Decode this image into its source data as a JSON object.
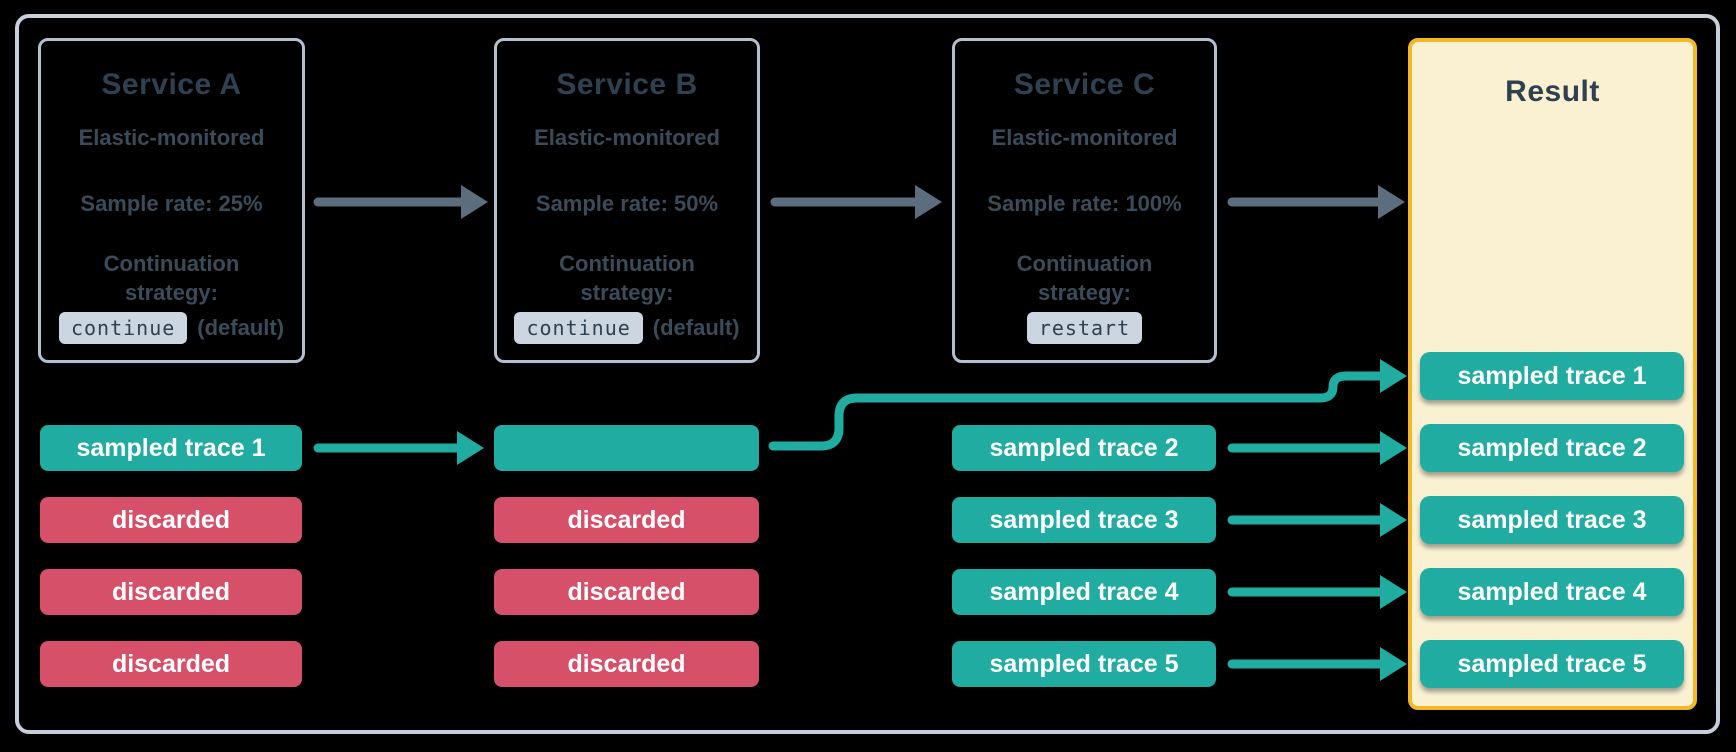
{
  "colors": {
    "canvas-bg": "#000000",
    "frame-border": "#c6cfda",
    "service-border": "#b3c0cf",
    "title-text": "#2f4150",
    "body-text": "#3a4b59",
    "chip-bg": "#cbd6e1",
    "chip-text": "#2f4150",
    "arrow-gray": "#5c6e7e",
    "teal": "#20aca0",
    "red": "#d6506a",
    "box-text": "#ffffff",
    "result-bg": "#faf1d2",
    "result-border": "#f2b825"
  },
  "services": [
    {
      "title": "Service A",
      "subtitle": "Elastic-monitored",
      "sample_rate": "Sample rate: 25%",
      "continuation_label_line1": "Continuation",
      "continuation_label_line2": "strategy:",
      "strategy_chip": "continue",
      "strategy_suffix": "(default)"
    },
    {
      "title": "Service B",
      "subtitle": "Elastic-monitored",
      "sample_rate": "Sample rate: 50%",
      "continuation_label_line1": "Continuation",
      "continuation_label_line2": "strategy:",
      "strategy_chip": "continue",
      "strategy_suffix": "(default)"
    },
    {
      "title": "Service C",
      "subtitle": "Elastic-monitored",
      "sample_rate": "Sample rate: 100%",
      "continuation_label_line1": "Continuation",
      "continuation_label_line2": "strategy:",
      "strategy_chip": "restart",
      "strategy_suffix": ""
    }
  ],
  "lanes": {
    "service_a": [
      {
        "label": "sampled trace 1",
        "status": "sampled"
      },
      {
        "label": "discarded",
        "status": "discarded"
      },
      {
        "label": "discarded",
        "status": "discarded"
      },
      {
        "label": "discarded",
        "status": "discarded"
      }
    ],
    "service_b": [
      {
        "label": "",
        "status": "sampled"
      },
      {
        "label": "discarded",
        "status": "discarded"
      },
      {
        "label": "discarded",
        "status": "discarded"
      },
      {
        "label": "discarded",
        "status": "discarded"
      }
    ],
    "service_c": [
      {
        "label": "sampled trace 2",
        "status": "sampled"
      },
      {
        "label": "sampled trace 3",
        "status": "sampled"
      },
      {
        "label": "sampled trace 4",
        "status": "sampled"
      },
      {
        "label": "sampled trace 5",
        "status": "sampled"
      }
    ]
  },
  "result": {
    "title": "Result",
    "items": [
      "sampled trace 1",
      "sampled trace 2",
      "sampled trace 3",
      "sampled trace 4",
      "sampled trace 5"
    ]
  }
}
